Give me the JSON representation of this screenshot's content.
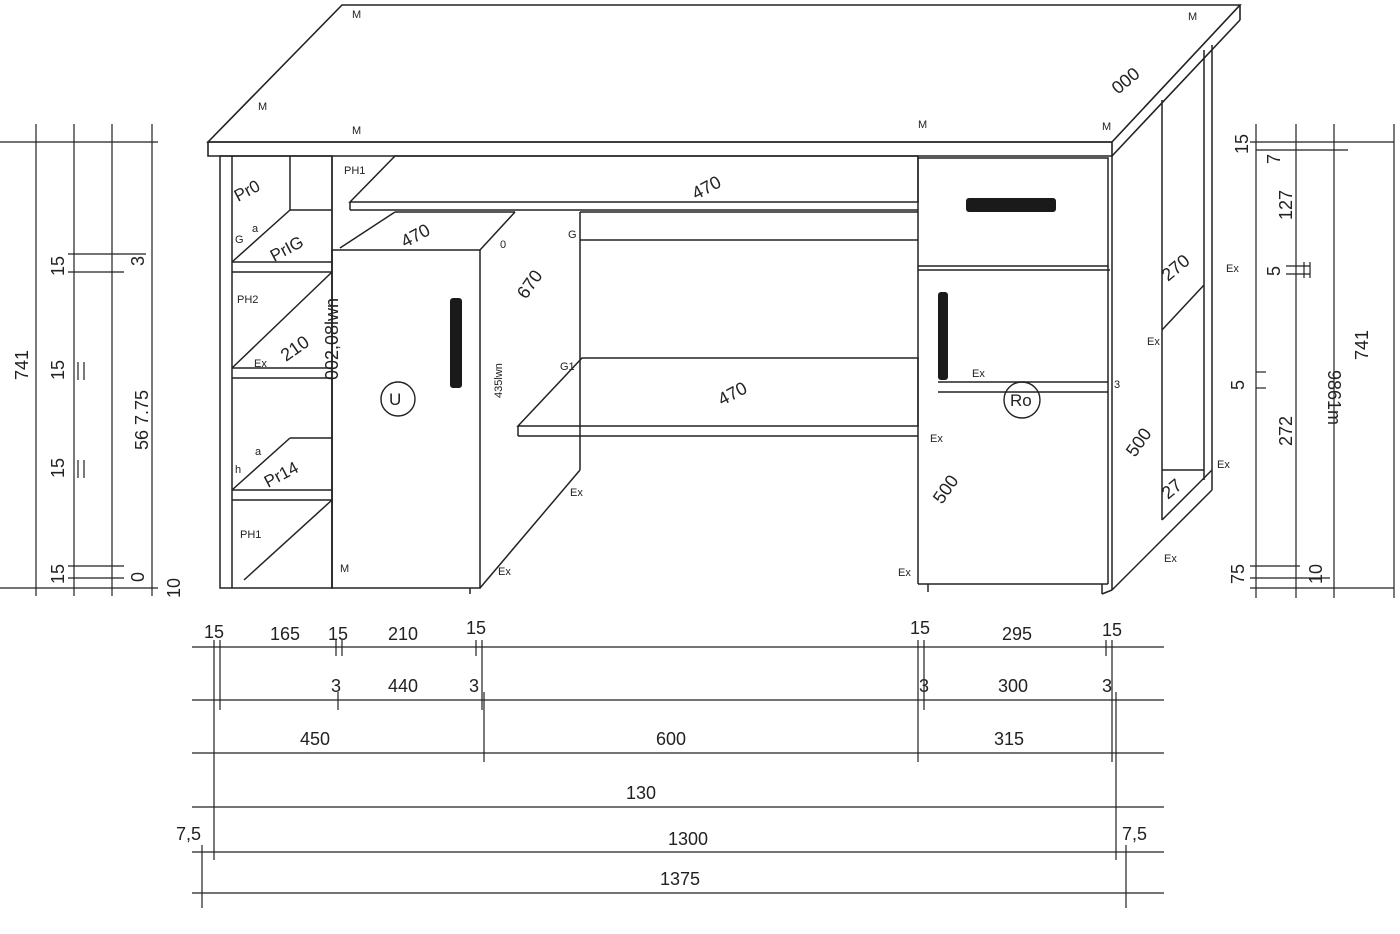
{
  "colors": {
    "line": "#222222",
    "background": "#ffffff",
    "handle": "#1a1a1a"
  },
  "top_labels": {
    "m": "M",
    "ex": "Ex",
    "rear_dim": "000"
  },
  "part_labels": {
    "pr0": "Pr0",
    "prig": "PrIG",
    "ph1_top": "PH1",
    "ph2": "PH2",
    "pr14": "Pr14",
    "ph1_bottom": "PH1",
    "u": "U",
    "ro": "Ro",
    "door_code": "002,08lwn",
    "side_code": "435lwn",
    "small_g": "G",
    "small_a": "a",
    "small_h": "h",
    "small_a2": "a",
    "small_o": "0",
    "small_g1": "G1",
    "small_3": "3"
  },
  "part_dims": {
    "shelf_top": "470",
    "shelf_left": "470",
    "desk_shelf": "470",
    "left_depth": "670",
    "shelf_210": "210",
    "right_270": "270",
    "right_500": "500",
    "door_500": "500",
    "bottom_27": "27"
  },
  "left_dims": {
    "total": "741",
    "d15a": "15",
    "d15b": "15",
    "d15c": "15",
    "d15d": "15",
    "d3": "3",
    "d0": "0",
    "d10": "10",
    "inner": "56 7.75"
  },
  "right_dims": {
    "total": "741",
    "d15": "15",
    "d7": "7",
    "d127": "127",
    "d5a": "5",
    "d5b": "5",
    "d272": "272",
    "d75": "75",
    "d10": "10",
    "inner": "9861m"
  },
  "bottom_dims": {
    "row1": [
      "15",
      "165",
      "15",
      "210",
      "15",
      "15",
      "295",
      "15"
    ],
    "row2": [
      "3",
      "440",
      "3",
      "3",
      "300",
      "3"
    ],
    "row3": [
      "450",
      "600",
      "315"
    ],
    "row4": "130",
    "row5": [
      "7,5",
      "1300",
      "7,5"
    ],
    "row6": "1375"
  }
}
